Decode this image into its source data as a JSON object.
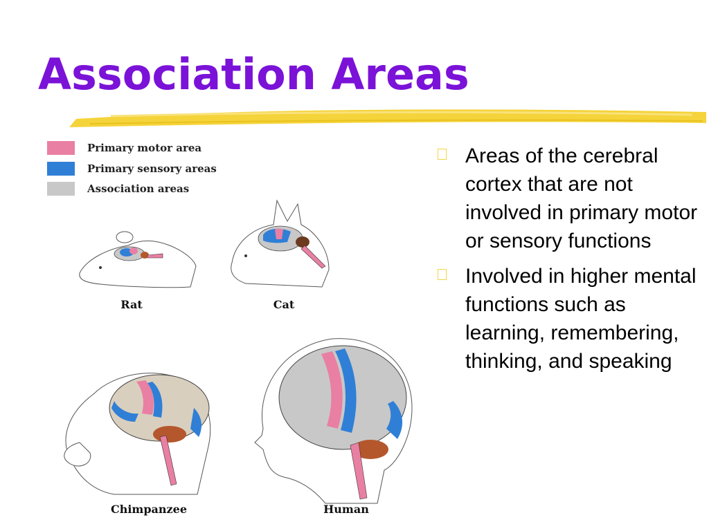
{
  "slide": {
    "title": "Association Areas"
  },
  "colors": {
    "title": "#7b12d8",
    "underline": "#f5d33a",
    "motor": "#e97fa3",
    "sensory": "#2f7fd6",
    "association": "#c8c8c8",
    "cerebellum": "#b5572c",
    "bullet_marker": "#f2d44a"
  },
  "figure": {
    "legend": [
      {
        "label": "Primary motor area",
        "swatch": "#e97fa3"
      },
      {
        "label": "Primary sensory areas",
        "swatch": "#2f7fd6"
      },
      {
        "label": "Association areas",
        "swatch": "#c8c8c8"
      }
    ],
    "captions": {
      "rat": "Rat",
      "cat": "Cat",
      "chimpanzee": "Chimpanzee",
      "human": "Human"
    }
  },
  "bullets": [
    {
      "text": "Areas of the cerebral cortex that are not involved in primary motor or sensory functions",
      "icon": "square-bullet-icon"
    },
    {
      "text": "Involved in higher mental functions such as learning, remembering, thinking, and speaking",
      "icon": "square-bullet-icon"
    }
  ]
}
